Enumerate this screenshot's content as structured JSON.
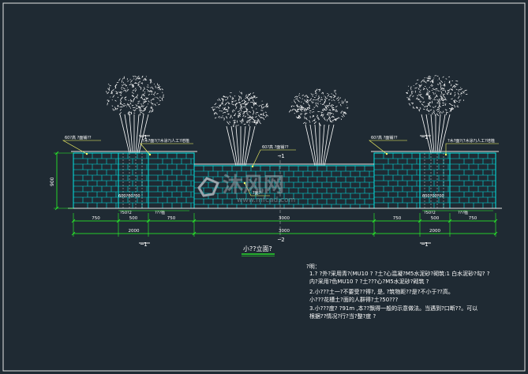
{
  "colors": {
    "background": "#1f2a33",
    "frame": "#e6e6e6",
    "brick": "#00e5e5",
    "dimension": "#29ff29",
    "plant": "#ffffff",
    "leader": "#ffff66",
    "text": "#ffffff",
    "watermark": "#9aa4ab",
    "watermark_red": "#c0504d"
  },
  "drawing": {
    "title": "小??立面?",
    "section_mark_left": "─1",
    "section_mark_right": "─1",
    "section_mark_center": "─1",
    "section_mark_center_low": "─2",
    "height_dim": "900",
    "dims_row1": [
      "750",
      "500",
      "750",
      "3000",
      "750",
      "500",
      "750"
    ],
    "dims_row2": [
      "2000",
      "3000",
      "2000"
    ],
    "labels": {
      "left_top_1": "60?高  ?面铺??",
      "left_top_2": "?木?面?(?木涂?)人工?培植",
      "center_1": "60?高  ?面铺??",
      "center_2": "?面?",
      "right_top_1": "60?高  ?面铺??",
      "right_top_2": "?木?面?(?木涂?)人工?培植",
      "left_bottom_1": "600?00?00",
      "left_bottom_2": "?50?2",
      "left_bottom_3": "???植",
      "right_bottom_1": "600?00?00",
      "right_bottom_2": "?50?2",
      "right_bottom_3": "???植",
      "center_mid": "?面?"
    }
  },
  "notes": {
    "heading": "?明：",
    "lines": [
      "1.? ?外?采用青?(MU10    ? ?土?心混凝?M5水泥砂?砌筑:1       白水泥砂?勾? ?",
      "    内?采用?色MU10     ? ?土???心?M5水泥砂?砌筑 ?",
      "2.小???土一?不要受??得?,  是,  ?筑物距??是?不小于??高。",
      "    小???花槽土?面的人群得?土?50???",
      "3.小???度?  ?91m       ,本??飘得一般的示意做法。当遇到?口断??。可以",
      "    根据??情况?行?当?整?度 ?"
    ]
  },
  "watermark": {
    "site_cn": "沐风网",
    "site_en": "www.mfcad.com"
  }
}
